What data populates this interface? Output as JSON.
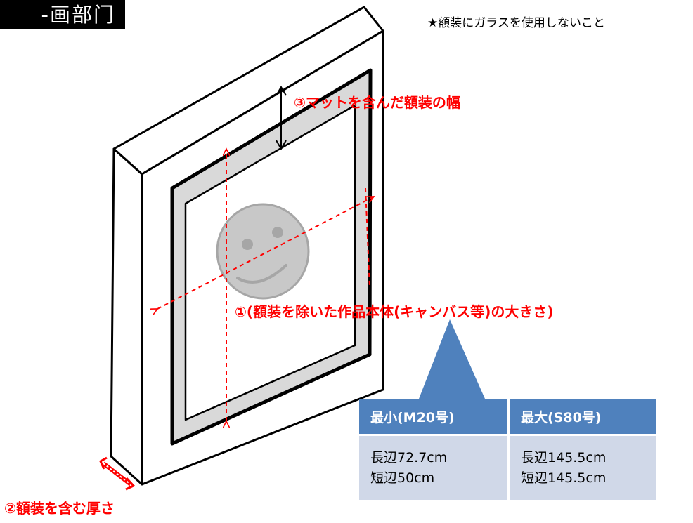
{
  "header": {
    "section_tag": "-画部门",
    "note": "★額装にガラスを使用しないこと"
  },
  "labels": {
    "frame_width": "③マットを含んだ額装の幅",
    "artwork_size": "①(額装を除いた作品本体(キャンバス等)の大きさ)",
    "thickness": "②額装を含む厚さ"
  },
  "size_table": {
    "columns": [
      "最小(M20号)",
      "最大(S80号)"
    ],
    "min": {
      "long_side": "長辺72.7cm",
      "short_side": "短辺50cm"
    },
    "max": {
      "long_side": "長辺145.5cm",
      "short_side": "短辺145.5cm"
    }
  },
  "colors": {
    "annotation": "#ff0000",
    "table_header": "#4f81bd",
    "table_body": "#d0d8e8",
    "mat": "#d9d9d9"
  }
}
